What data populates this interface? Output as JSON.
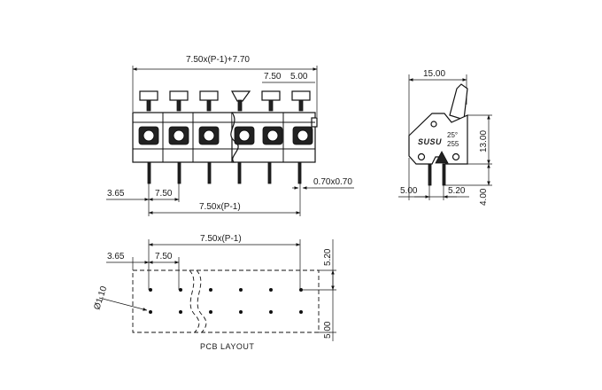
{
  "colors": {
    "ink": "#111111",
    "paper": "#ffffff"
  },
  "front_view": {
    "overall_width": "7.50x(P-1)+7.70",
    "pitch_top": "7.50",
    "offset_top": "5.00",
    "left_margin": "3.65",
    "pitch_bottom": "7.50",
    "pin_section": "0.70x0.70",
    "span": "7.50x(P-1)"
  },
  "side_view": {
    "depth": "15.00",
    "height": "13.00",
    "pin_length": "4.00",
    "pin_offset": "5.00",
    "pin_pitch": "5.20",
    "logo_text": "SUSU",
    "angle_text": "25°",
    "part_text": "255"
  },
  "pcb_layout": {
    "span": "7.50x(P-1)",
    "left_margin": "3.65",
    "pitch": "7.50",
    "hole_diameter": "Ø1.10",
    "row_offset_top": "5.20",
    "row_offset_bottom": "5.00",
    "caption": "PCB LAYOUT"
  }
}
